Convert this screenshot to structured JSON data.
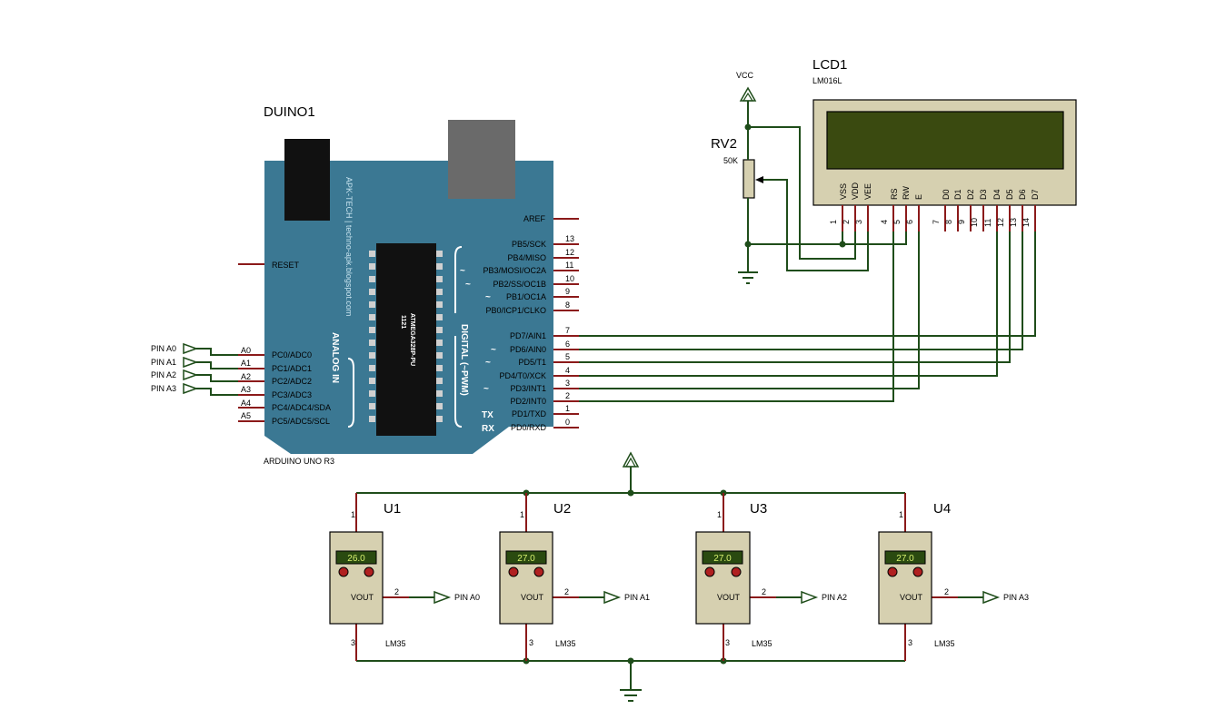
{
  "arduino": {
    "ref": "DUINO1",
    "model": "ARDUINO UNO R3",
    "chip_part": "ATMEGA328P-PU",
    "chip_code": "1121",
    "watermark": "APK-TECH | techno-apk.blogspot.com",
    "analog_section": "ANALOG IN",
    "digital_section": "DIGITAL (~PWM)",
    "reset_label": "RESET",
    "aref_label": "AREF",
    "tx_label": "TX",
    "rx_label": "RX",
    "analog_pins": [
      {
        "name": "PC0/ADC0",
        "num": "A0"
      },
      {
        "name": "PC1/ADC1",
        "num": "A1"
      },
      {
        "name": "PC2/ADC2",
        "num": "A2"
      },
      {
        "name": "PC3/ADC3",
        "num": "A3"
      },
      {
        "name": "PC4/ADC4/SDA",
        "num": "A4"
      },
      {
        "name": "PC5/ADC5/SCL",
        "num": "A5"
      }
    ],
    "digital_pins": [
      {
        "name": "PB5/SCK",
        "num": "13",
        "pwm": false
      },
      {
        "name": "PB4/MISO",
        "num": "12",
        "pwm": false
      },
      {
        "name": "PB3/MOSI/OC2A",
        "num": "11",
        "pwm": true
      },
      {
        "name": "PB2/SS/OC1B",
        "num": "10",
        "pwm": true
      },
      {
        "name": "PB1/OC1A",
        "num": "9",
        "pwm": true
      },
      {
        "name": "PB0/ICP1/CLKO",
        "num": "8",
        "pwm": false
      },
      {
        "name": "PD7/AIN1",
        "num": "7",
        "pwm": false
      },
      {
        "name": "PD6/AIN0",
        "num": "6",
        "pwm": true
      },
      {
        "name": "PD5/T1",
        "num": "5",
        "pwm": true
      },
      {
        "name": "PD4/T0/XCK",
        "num": "4",
        "pwm": false
      },
      {
        "name": "PD3/INT1",
        "num": "3",
        "pwm": true
      },
      {
        "name": "PD2/INT0",
        "num": "2",
        "pwm": false
      },
      {
        "name": "PD1/TXD",
        "num": "1",
        "pwm": false
      },
      {
        "name": "PD0/RXD",
        "num": "0",
        "pwm": false
      }
    ],
    "pwm_mark": "~"
  },
  "input_terminals": [
    "PIN A0",
    "PIN A1",
    "PIN A2",
    "PIN A3"
  ],
  "lcd": {
    "ref": "LCD1",
    "model": "LM016L",
    "pin_names": [
      "VSS",
      "VDD",
      "VEE",
      "RS",
      "RW",
      "E",
      "D0",
      "D1",
      "D2",
      "D3",
      "D4",
      "D5",
      "D6",
      "D7"
    ],
    "pin_numbers": [
      "1",
      "2",
      "3",
      "4",
      "5",
      "6",
      "7",
      "8",
      "9",
      "10",
      "11",
      "12",
      "13",
      "14"
    ]
  },
  "pot": {
    "ref": "RV2",
    "value": "50K"
  },
  "vcc_label": "VCC",
  "sensors": [
    {
      "ref": "U1",
      "temp": "26.0",
      "out": "VOUT",
      "part": "LM35",
      "pin_in": "1",
      "pin_out": "2",
      "pin_gnd": "3",
      "net": "PIN A0"
    },
    {
      "ref": "U2",
      "temp": "27.0",
      "out": "VOUT",
      "part": "LM35",
      "pin_in": "1",
      "pin_out": "2",
      "pin_gnd": "3",
      "net": "PIN A1"
    },
    {
      "ref": "U3",
      "temp": "27.0",
      "out": "VOUT",
      "part": "LM35",
      "pin_in": "1",
      "pin_out": "2",
      "pin_gnd": "3",
      "net": "PIN A2"
    },
    {
      "ref": "U4",
      "temp": "27.0",
      "out": "VOUT",
      "part": "LM35",
      "pin_in": "1",
      "pin_out": "2",
      "pin_gnd": "3",
      "net": "PIN A3"
    }
  ],
  "colors": {
    "board": "#3b7893",
    "wire": "#1f4d1a",
    "pin": "#8b1a1a",
    "lcd_screen": "#3a4a10",
    "lcd_body": "#d6d0b0",
    "sensor_body": "#d6d0b0",
    "sensor_display": "#2a4a10",
    "sensor_text": "#d8f070"
  }
}
